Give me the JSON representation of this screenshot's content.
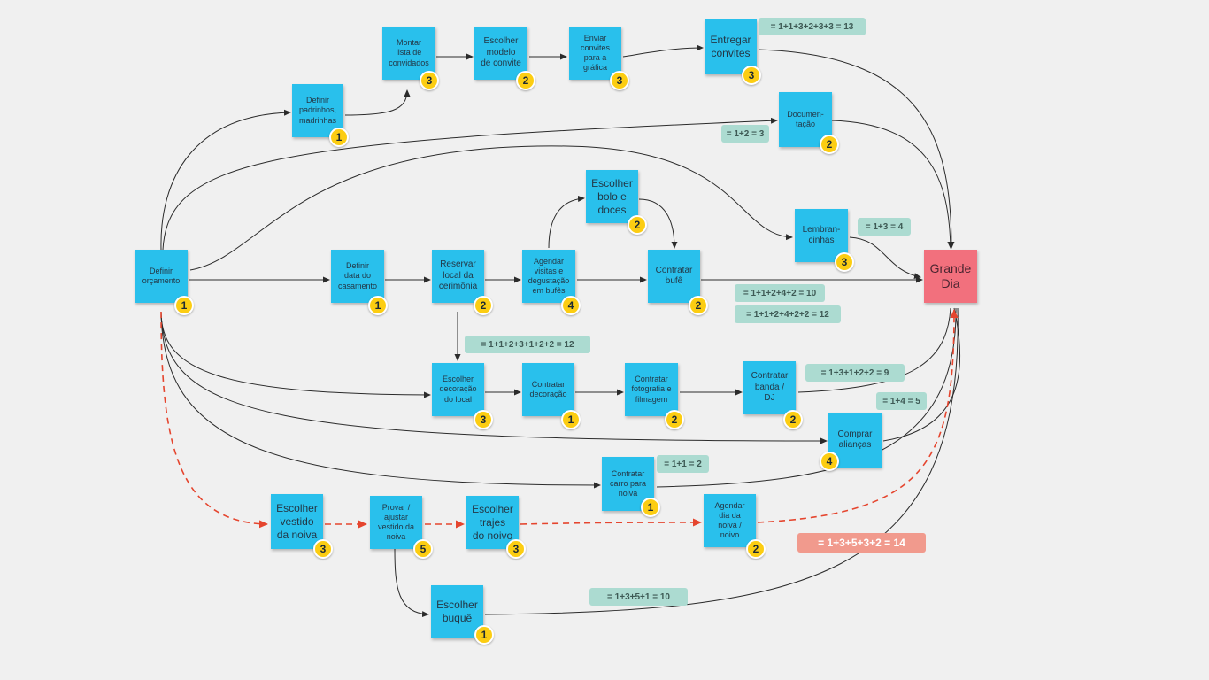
{
  "notes": {
    "definir_orcamento": "Definir\norçamento",
    "definir_padrinhos": "Definir\npadrinhos,\nmadrinhas",
    "montar_lista": "Montar\nlista de\nconvidados",
    "escolher_modelo": "Escolher\nmodelo\nde convite",
    "enviar_convites": "Enviar\nconvites\npara a\ngráfica",
    "entregar_convites": "Entregar\nconvites",
    "documentacao": "Documen-\ntação",
    "escolher_bolo": "Escolher\nbolo e\ndoces",
    "lembrancinhas": "Lembran-\ncinhas",
    "definir_data": "Definir\ndata do\ncasamento",
    "reservar_local": "Reservar\nlocal da\ncerimônia",
    "agendar_visitas": "Agendar\nvisitas e\ndegustação\nem bufês",
    "contratar_bufe": "Contratar\nbufê",
    "grande_dia": "Grande\nDia",
    "escolher_decoracao": "Escolher\ndecoração\ndo local",
    "contratar_decoracao": "Contratar\ndecoração",
    "contratar_fotografia": "Contratar\nfotografia e\nfilmagem",
    "contratar_banda": "Contratar\nbanda /\nDJ",
    "comprar_aliancas": "Comprar\nalianças",
    "contratar_carro": "Contratar\ncarro para\nnoiva",
    "escolher_vestido": "Escolher\nvestido\nda noiva",
    "provar_vestido": "Provar /\najustar\nvestido da\nnoiva",
    "escolher_trajes": "Escolher\ntrajes\ndo noivo",
    "agendar_dia_noiva": "Agendar\ndia da\nnoiva /\nnoivo",
    "escolher_buque": "Escolher\nbuquê"
  },
  "badges": {
    "definir_orcamento": "1",
    "definir_padrinhos": "1",
    "montar_lista": "3",
    "escolher_modelo": "2",
    "enviar_convites": "3",
    "entregar_convites": "3",
    "documentacao": "2",
    "escolher_bolo": "2",
    "lembrancinhas": "3",
    "definir_data": "1",
    "reservar_local": "2",
    "agendar_visitas": "4",
    "contratar_bufe": "2",
    "escolher_decoracao": "3",
    "contratar_decoracao": "1",
    "contratar_fotografia": "2",
    "contratar_banda": "2",
    "comprar_aliancas": "4",
    "contratar_carro": "1",
    "escolher_vestido": "3",
    "provar_vestido": "5",
    "escolher_trajes": "3",
    "agendar_dia_noiva": "2",
    "escolher_buque": "1"
  },
  "sums": {
    "convites": "= 1+1+3+2+3+3 = 13",
    "documentacao": "= 1+2 = 3",
    "lembrancinhas": "= 1+3 = 4",
    "bufe_a": "= 1+1+2+4+2 = 10",
    "bufe_b": "= 1+1+2+4+2+2 = 12",
    "decoracao": "= 1+1+2+3+1+2+2 = 12",
    "banda": "= 1+3+1+2+2 = 9",
    "aliancas": "= 1+4 = 5",
    "carro": "= 1+1 = 2",
    "critico": "= 1+3+5+3+2 = 14",
    "buque": "= 1+3+5+1 = 10"
  },
  "colors": {
    "note": "#29c0ec",
    "final_note": "#f2707d",
    "badge": "#fccd12",
    "sum_label": "#acdbd1",
    "critical_label": "#f19a8d",
    "edge": "#2b2b2b",
    "critical_edge": "#e5452e"
  }
}
